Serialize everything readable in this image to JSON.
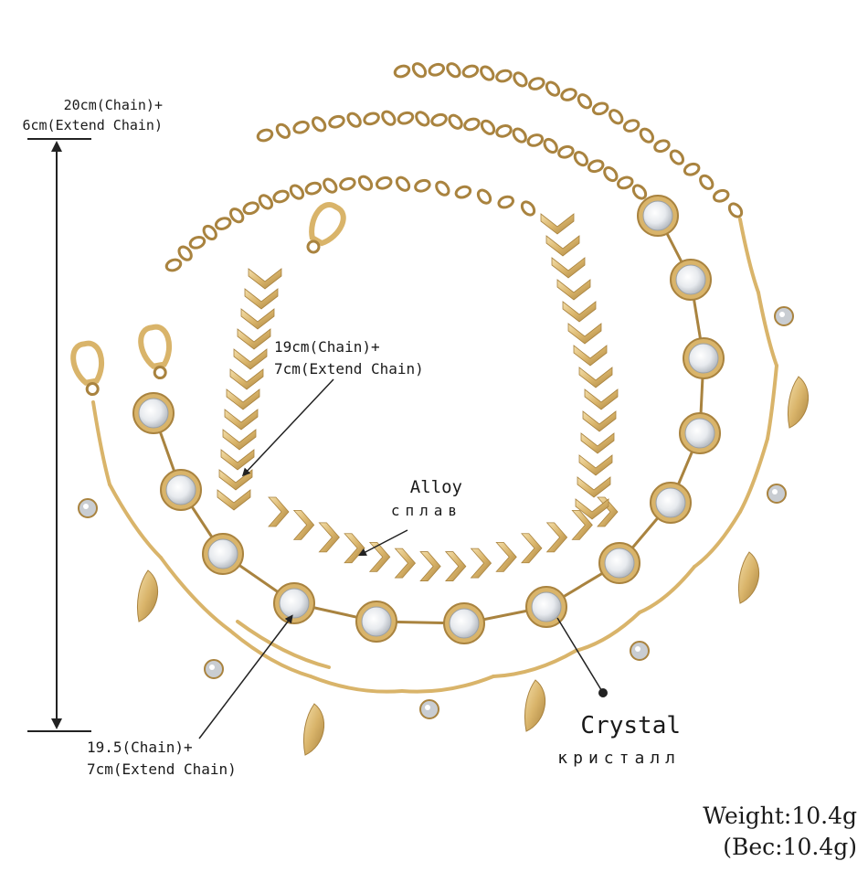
{
  "labels": {
    "chain_left": {
      "line1": "20cm(Chain)+",
      "line2": "6cm(Extend Chain)"
    },
    "chain_mid": {
      "line1": "19cm(Chain)+",
      "line2": "7cm(Extend Chain)"
    },
    "chain_bottom": {
      "line1": "19.5(Chain)+",
      "line2": "7cm(Extend Chain)"
    },
    "alloy": {
      "en": "Alloy",
      "ru": "сплав"
    },
    "crystal": {
      "en": "Crystal",
      "ru": "кристалл"
    },
    "weight": {
      "line1": "Weight:10.4g",
      "line2": "(Bec:10.4g)"
    }
  },
  "colors": {
    "gold": "#d9b46a",
    "gold_dark": "#a9833f",
    "gold_light": "#f3deaa",
    "crystal": "#eef0f2",
    "line": "#222222"
  }
}
